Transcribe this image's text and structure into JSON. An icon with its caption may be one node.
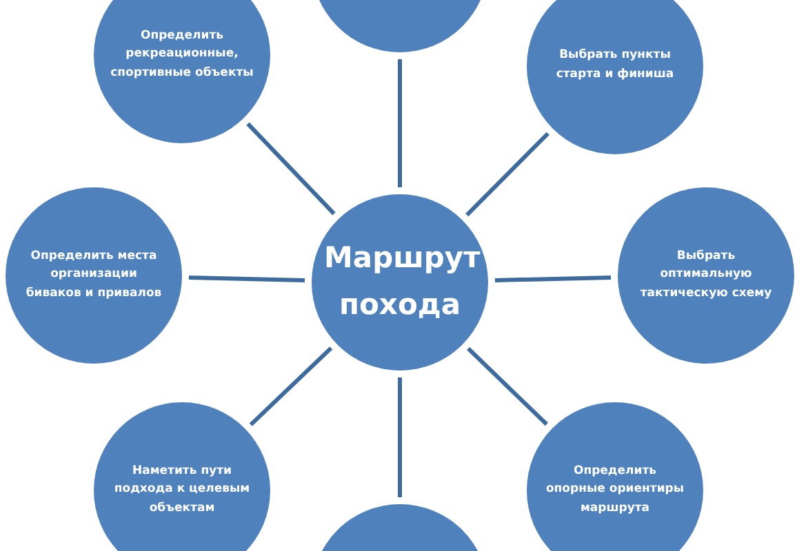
{
  "diagram": {
    "nodes": [
      {
        "text": [
          "Маршрут похода"
        ]
      },
      {
        "text": [],
        "shape": "circle"
      },
      {
        "text": [
          "Выбрать пункты старта и финиша"
        ]
      },
      {
        "text": [
          "Выбрать оптимальную тактическую схему"
        ]
      },
      {
        "text": [
          "Определить опорные ориентиры маршрута"
        ]
      },
      {
        "text": [],
        "shape": "circle"
      },
      {
        "text": [
          "Наметить пути подхода к целевым объектам"
        ]
      },
      {
        "text": [
          "Определить места организации биваков и привалов"
        ]
      },
      {
        "text": [
          "Определить рекреационные, спортивные объекты"
        ]
      }
    ],
    "edges": [
      {
        "from": 0,
        "to": 1,
        "arrow": "none"
      },
      {
        "from": 0,
        "to": 2,
        "arrow": "none"
      },
      {
        "from": 0,
        "to": 3,
        "arrow": "none"
      },
      {
        "from": 0,
        "to": 4,
        "arrow": "none"
      },
      {
        "from": 0,
        "to": 5,
        "arrow": "none"
      },
      {
        "from": 0,
        "to": 6,
        "arrow": "none"
      },
      {
        "from": 0,
        "to": 7,
        "arrow": "none"
      },
      {
        "from": 0,
        "to": 8,
        "arrow": "none"
      }
    ]
  }
}
